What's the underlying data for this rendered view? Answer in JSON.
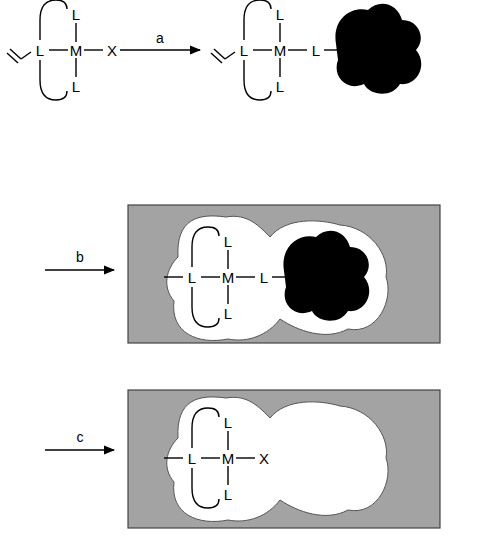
{
  "diagram": {
    "labels": [
      "L",
      "L",
      "M",
      "X",
      "L",
      "a",
      "L",
      "L",
      "M",
      "L",
      "L",
      "b",
      "L",
      "L",
      "M",
      "L",
      "L",
      "c",
      "L",
      "L",
      "M",
      "X",
      "L"
    ]
  }
}
